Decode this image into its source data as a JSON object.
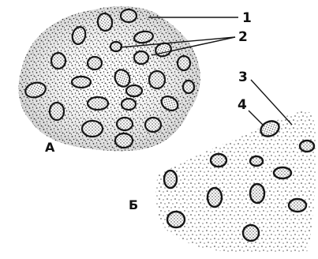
{
  "labels": {
    "panel_a": "А",
    "panel_b": "Б",
    "n1": "1",
    "n2": "2",
    "n3": "3",
    "n4": "4"
  },
  "colors": {
    "ink": "#151515",
    "stipple_dark": "#2a2a2a",
    "background": "#ffffff"
  }
}
